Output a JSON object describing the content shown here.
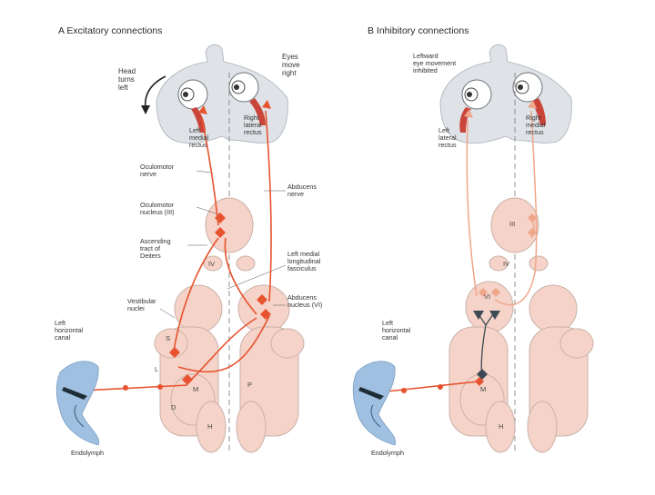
{
  "panels": {
    "a_title": "A  Excitatory connections",
    "b_title": "B  Inhibitory connections"
  },
  "labels_a": {
    "head_turns": "Head\nturns\nleft",
    "eyes_move": "Eyes\nmove\nright",
    "left_medial_rectus": "Left\nmedial\nrectus",
    "right_lateral_rectus": "Right\nlateral\nrectus",
    "oculomotor_nerve": "Oculomotor\nnerve",
    "abducens_nerve": "Abducens\nnerve",
    "oculomotor_nucleus": "Oculomotor\nnucleus (III)",
    "ascending_tract": "Ascending\ntract of\nDeiters",
    "mlf": "Left medial\nlongitudinal\nfasciculus",
    "vestibular_nuclei": "Vestibular\nnuclei",
    "abducens_nucleus": "Abducens\nnucleus (VI)",
    "left_horizontal_canal": "Left\nhorizontal\ncanal",
    "endolymph": "Endolymph",
    "roman_iv": "IV",
    "nuc_s": "S",
    "nuc_l": "L",
    "nuc_m": "M",
    "nuc_d": "D",
    "nuc_h": "H",
    "nuc_p": "P"
  },
  "labels_b": {
    "leftward_inhibited": "Leftward\neye movement\ninhibited",
    "left_lateral_rectus": "Left\nlateral\nrectus",
    "right_medial_rectus": "Right\nmedial\nrectus",
    "roman_iii": "III",
    "roman_iv": "IV",
    "roman_vi": "VI",
    "left_horizontal_canal": "Left\nhorizontal\ncanal",
    "endolymph": "Endolymph",
    "nuc_m": "M",
    "nuc_h": "H"
  },
  "colors": {
    "excitatory": "#e8532f",
    "inhibitory_pathway": "#f0a68a",
    "inhibitory_neuron": "#3d4a55",
    "nucleus_fill": "#f5d3c8",
    "nucleus_stroke": "#c9b1a8",
    "head_fill": "#dfe3e7",
    "canal_fill": "#9fc0e0"
  }
}
